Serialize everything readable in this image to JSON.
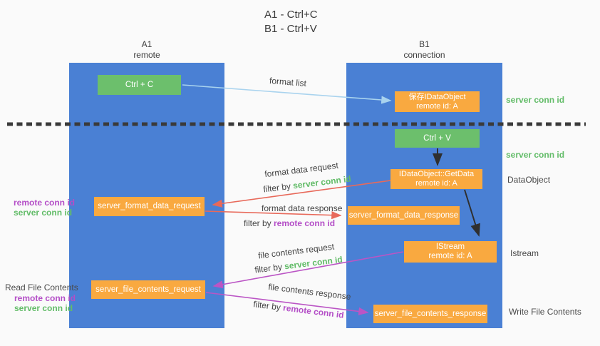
{
  "title": {
    "line1": "A1 - Ctrl+C",
    "line2": "B1 - Ctrl+V"
  },
  "lifelines": {
    "left": {
      "name": "A1",
      "role": "remote"
    },
    "right": {
      "name": "B1",
      "role": "connection"
    }
  },
  "nodes": {
    "ctrl_c": {
      "label": "Ctrl + C"
    },
    "ctrl_v": {
      "label": "Ctrl + V"
    },
    "save_dataobject": {
      "line1": "保存IDataObject",
      "line2": "remote id: A"
    },
    "getdata": {
      "line1": "IDataObject::GetData",
      "line2": "remote id: A"
    },
    "istream": {
      "line1": "IStream",
      "line2": "remote id: A"
    },
    "format_request": {
      "label": "server_format_data_request"
    },
    "format_response": {
      "label": "server_format_data_response"
    },
    "file_request": {
      "label": "server_file_contents_request"
    },
    "file_response": {
      "label": "server_file_contents_response"
    }
  },
  "messages": {
    "format_list": "format list",
    "format_data_request": "format data request",
    "format_data_response": "format data response",
    "file_contents_request": "file contents request",
    "file_contents_response": "file contents response",
    "filter_by": "filter by "
  },
  "annotations": {
    "server_conn_id": "server conn id",
    "remote_conn_id": "remote conn id",
    "dataobject": "DataObject",
    "istream": "Istream",
    "read_file_contents": "Read File Contents",
    "write_file_contents": "Write File Contents"
  },
  "colors": {
    "lifeline_blue": "#4a80d4",
    "node_green": "#6cbf6c",
    "node_orange": "#f9a940",
    "arrow_light_blue": "#a9d3ee",
    "arrow_red": "#e8695a",
    "arrow_purple": "#bb55c5",
    "arrow_black": "#2f2f2f",
    "accent_green": "#62bc68",
    "accent_purple": "#b44ec7",
    "background": "#fafafa"
  }
}
